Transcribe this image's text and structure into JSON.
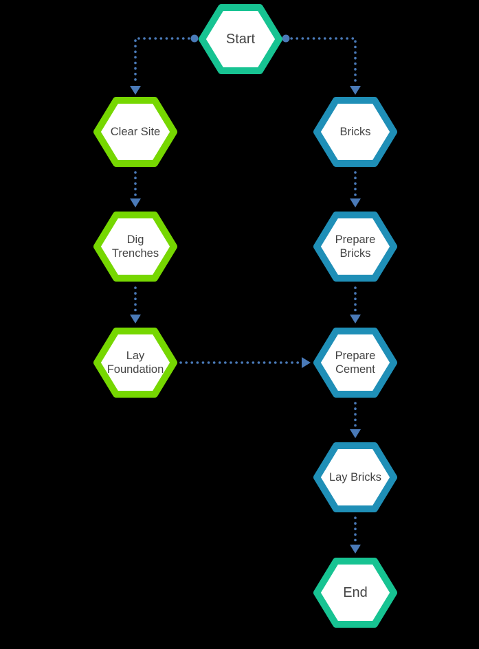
{
  "diagram": {
    "type": "flowchart",
    "nodes": [
      {
        "id": "start",
        "label": "Start",
        "shape": "hexagon",
        "color": "teal"
      },
      {
        "id": "clear-site",
        "label": "Clear Site",
        "shape": "hexagon",
        "color": "lime"
      },
      {
        "id": "bricks",
        "label": "Bricks",
        "shape": "hexagon",
        "color": "blue"
      },
      {
        "id": "dig-trenches",
        "label": "Dig Trenches",
        "shape": "hexagon",
        "color": "lime"
      },
      {
        "id": "prepare-bricks",
        "label": "Prepare Bricks",
        "shape": "hexagon",
        "color": "blue"
      },
      {
        "id": "lay-foundation",
        "label": "Lay Foundation",
        "shape": "hexagon",
        "color": "lime"
      },
      {
        "id": "prepare-cement",
        "label": "Prepare Cement",
        "shape": "hexagon",
        "color": "blue"
      },
      {
        "id": "lay-bricks",
        "label": "Lay Bricks",
        "shape": "hexagon",
        "color": "blue"
      },
      {
        "id": "end",
        "label": "End",
        "shape": "hexagon",
        "color": "teal"
      }
    ],
    "edges": [
      {
        "from": "Start",
        "to": "Clear Site",
        "style": "dotted-arrow"
      },
      {
        "from": "Start",
        "to": "Bricks",
        "style": "dotted-arrow"
      },
      {
        "from": "Clear Site",
        "to": "Dig Trenches",
        "style": "dotted-arrow"
      },
      {
        "from": "Dig Trenches",
        "to": "Lay Foundation",
        "style": "dotted-arrow"
      },
      {
        "from": "Bricks",
        "to": "Prepare Bricks",
        "style": "dotted-arrow"
      },
      {
        "from": "Prepare Bricks",
        "to": "Prepare Cement",
        "style": "dotted-arrow"
      },
      {
        "from": "Lay Foundation",
        "to": "Prepare Cement",
        "style": "dotted-arrow"
      },
      {
        "from": "Prepare Cement",
        "to": "Lay Bricks",
        "style": "dotted-arrow"
      },
      {
        "from": "Lay Bricks",
        "to": "End",
        "style": "dotted-arrow"
      }
    ]
  },
  "colors": {
    "teal": "#17C392",
    "lime": "#76D701",
    "blue": "#1F8FB7",
    "connector": "#4A7AB8",
    "label": "#434343",
    "background": "#000000"
  }
}
